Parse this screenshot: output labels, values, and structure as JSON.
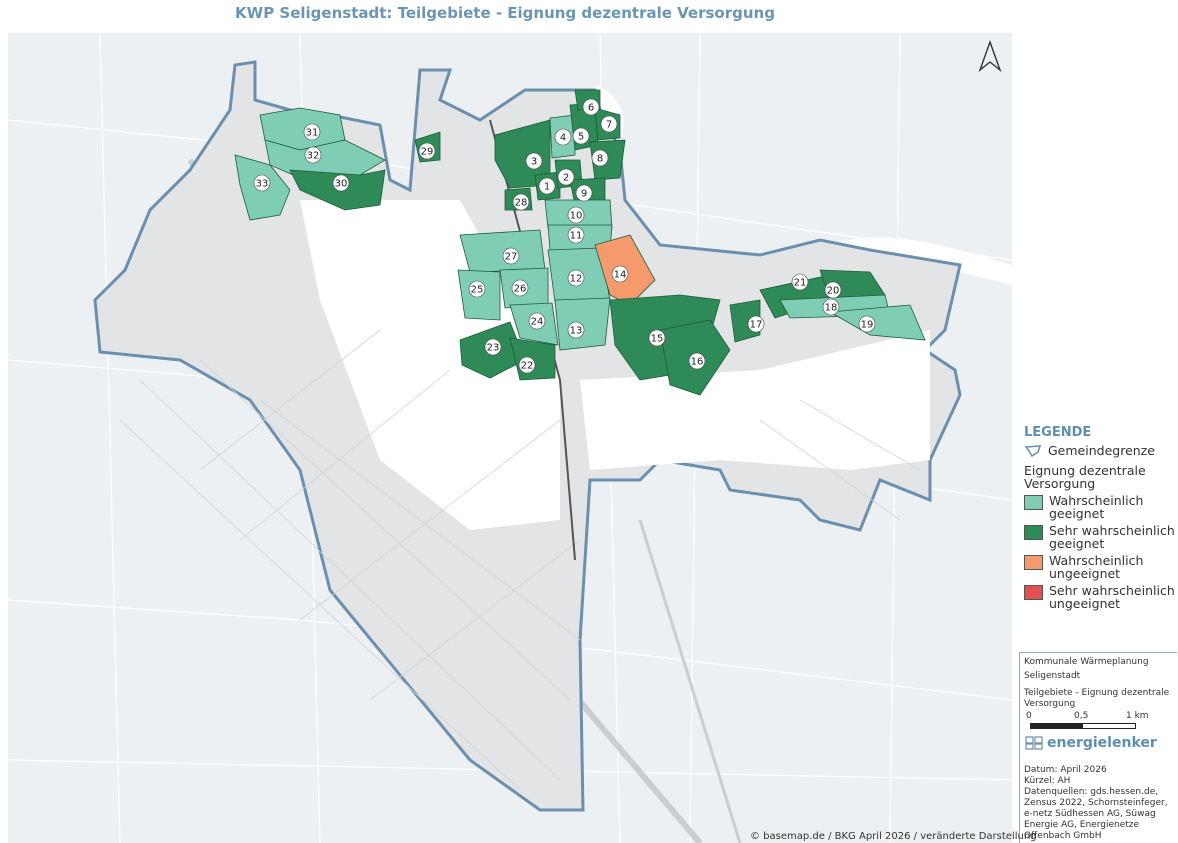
{
  "title": "KWP Seligenstadt: Teilgebiete - Eignung dezentrale Versorgung",
  "colors": {
    "wahrscheinlich_geeignet": "#7fcdb4",
    "sehr_wahrscheinlich_geeignet": "#2e8a57",
    "wahrscheinlich_ungeeignet": "#f49a6c",
    "sehr_wahrscheinlich_ungeeignet": "#e35050",
    "boundary": "#6b8fae"
  },
  "legend": {
    "heading": "LEGENDE",
    "boundary_label": "Gemeindegrenze",
    "category_title": "Eignung dezentrale Versorgung",
    "items": [
      {
        "label": "Wahrscheinlich geeignet",
        "color": "#7fcdb4"
      },
      {
        "label": "Sehr wahrscheinlich geeignet",
        "color": "#2e8a57"
      },
      {
        "label": "Wahrscheinlich ungeeignet",
        "color": "#f49a6c"
      },
      {
        "label": "Sehr wahrscheinlich ungeeignet",
        "color": "#e35050"
      }
    ]
  },
  "infobox": {
    "line1": "Kommunale Wärmeplanung",
    "line2": "Seligenstadt",
    "line3": "Teilgebiete - Eignung dezentrale Versorgung",
    "scale": [
      "0",
      "0,5",
      "1 km"
    ],
    "brand": "energielenker",
    "datum": "Datum: April 2026",
    "kuerzel": "Kürzel: AH",
    "quellen": "Datenquellen: gds.hessen.de, Zensus 2022, Schornsteinfeger, e-netz Südhessen AG, Süwag Energie AG, Energienetze Offenbach GmbH"
  },
  "credit": "© basemap.de / BKG April 2026 / veränderte Darstellung",
  "areas": [
    {
      "id": "1",
      "class": "sehr_wahrscheinlich_geeignet"
    },
    {
      "id": "2",
      "class": "sehr_wahrscheinlich_geeignet"
    },
    {
      "id": "3",
      "class": "sehr_wahrscheinlich_geeignet"
    },
    {
      "id": "4",
      "class": "wahrscheinlich_geeignet"
    },
    {
      "id": "5",
      "class": "sehr_wahrscheinlich_geeignet"
    },
    {
      "id": "6",
      "class": "sehr_wahrscheinlich_geeignet"
    },
    {
      "id": "7",
      "class": "sehr_wahrscheinlich_geeignet"
    },
    {
      "id": "8",
      "class": "sehr_wahrscheinlich_geeignet"
    },
    {
      "id": "9",
      "class": "sehr_wahrscheinlich_geeignet"
    },
    {
      "id": "10",
      "class": "wahrscheinlich_geeignet"
    },
    {
      "id": "11",
      "class": "wahrscheinlich_geeignet"
    },
    {
      "id": "12",
      "class": "wahrscheinlich_geeignet"
    },
    {
      "id": "13",
      "class": "wahrscheinlich_geeignet"
    },
    {
      "id": "14",
      "class": "wahrscheinlich_ungeeignet"
    },
    {
      "id": "15",
      "class": "sehr_wahrscheinlich_geeignet"
    },
    {
      "id": "16",
      "class": "sehr_wahrscheinlich_geeignet"
    },
    {
      "id": "17",
      "class": "sehr_wahrscheinlich_geeignet"
    },
    {
      "id": "18",
      "class": "wahrscheinlich_geeignet"
    },
    {
      "id": "19",
      "class": "wahrscheinlich_geeignet"
    },
    {
      "id": "20",
      "class": "sehr_wahrscheinlich_geeignet"
    },
    {
      "id": "21",
      "class": "sehr_wahrscheinlich_geeignet"
    },
    {
      "id": "22",
      "class": "sehr_wahrscheinlich_geeignet"
    },
    {
      "id": "23",
      "class": "sehr_wahrscheinlich_geeignet"
    },
    {
      "id": "24",
      "class": "wahrscheinlich_geeignet"
    },
    {
      "id": "25",
      "class": "wahrscheinlich_geeignet"
    },
    {
      "id": "26",
      "class": "wahrscheinlich_geeignet"
    },
    {
      "id": "27",
      "class": "wahrscheinlich_geeignet"
    },
    {
      "id": "28",
      "class": "sehr_wahrscheinlich_geeignet"
    },
    {
      "id": "29",
      "class": "sehr_wahrscheinlich_geeignet"
    },
    {
      "id": "30",
      "class": "sehr_wahrscheinlich_geeignet"
    },
    {
      "id": "31",
      "class": "wahrscheinlich_geeignet"
    },
    {
      "id": "32",
      "class": "wahrscheinlich_geeignet"
    },
    {
      "id": "33",
      "class": "wahrscheinlich_geeignet"
    }
  ]
}
